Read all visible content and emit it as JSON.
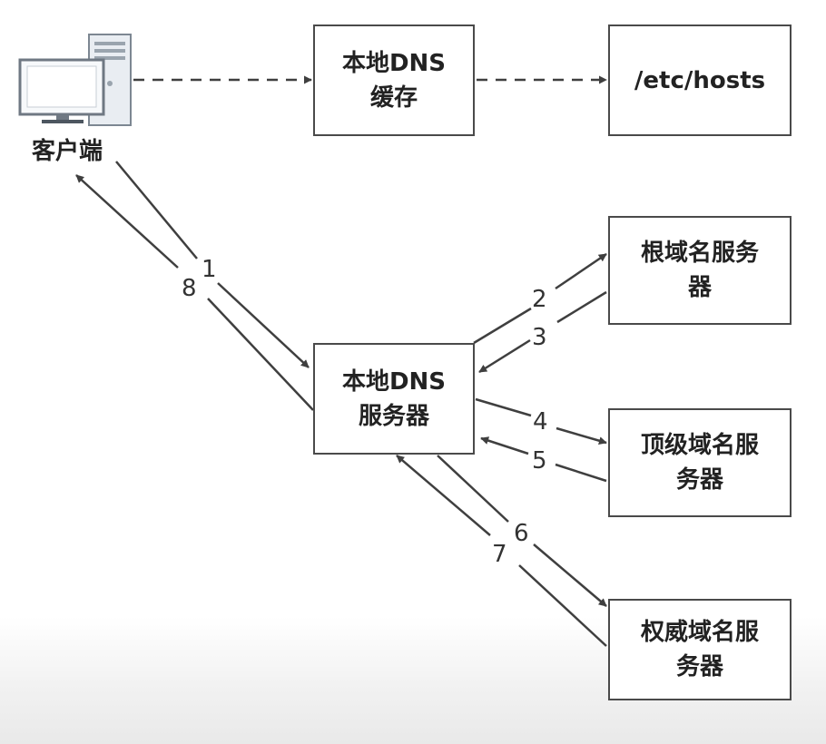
{
  "nodes": {
    "client": {
      "label": "客户端",
      "icon": "desktop-computer-icon"
    },
    "local_cache": {
      "label": "本地DNS\n缓存"
    },
    "hosts_file": {
      "label": "/etc/hosts"
    },
    "local_dns_server": {
      "label": "本地DNS\n服务器"
    },
    "root_server": {
      "label": "根域名服务\n器"
    },
    "tld_server": {
      "label": "顶级域名服\n务器"
    },
    "authoritative_server": {
      "label": "权威域名服\n务器"
    }
  },
  "steps": [
    "1",
    "2",
    "3",
    "4",
    "5",
    "6",
    "7",
    "8"
  ],
  "colors": {
    "line": "#3f3f3f",
    "box_border": "#4a4a4a",
    "text": "#222222"
  }
}
